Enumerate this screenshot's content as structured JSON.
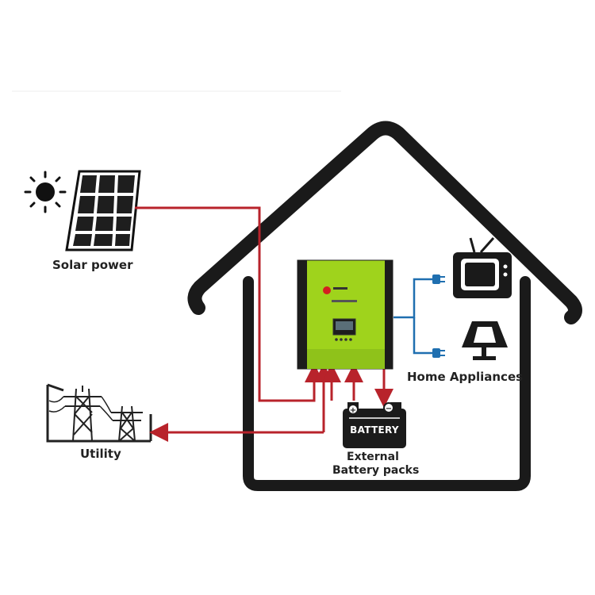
{
  "labels": {
    "solar": "Solar power",
    "utility": "Utility",
    "home_appliances": "Home Appliances",
    "external_line1": "External",
    "external_line2": "Battery packs",
    "battery": "BATTERY"
  },
  "colors": {
    "house_outline": "#1a1a1a",
    "power_line": "#b8232b",
    "appliance_line": "#1f6fb0",
    "inverter_body": "#9fd31c",
    "inverter_frame": "#1c1c1c",
    "battery_body": "#1b1b1b"
  },
  "icons": [
    "sun-icon",
    "solar-panel-icon",
    "power-tower-icon",
    "inverter-icon",
    "battery-icon",
    "tv-icon",
    "lamp-icon",
    "plug-icon"
  ]
}
